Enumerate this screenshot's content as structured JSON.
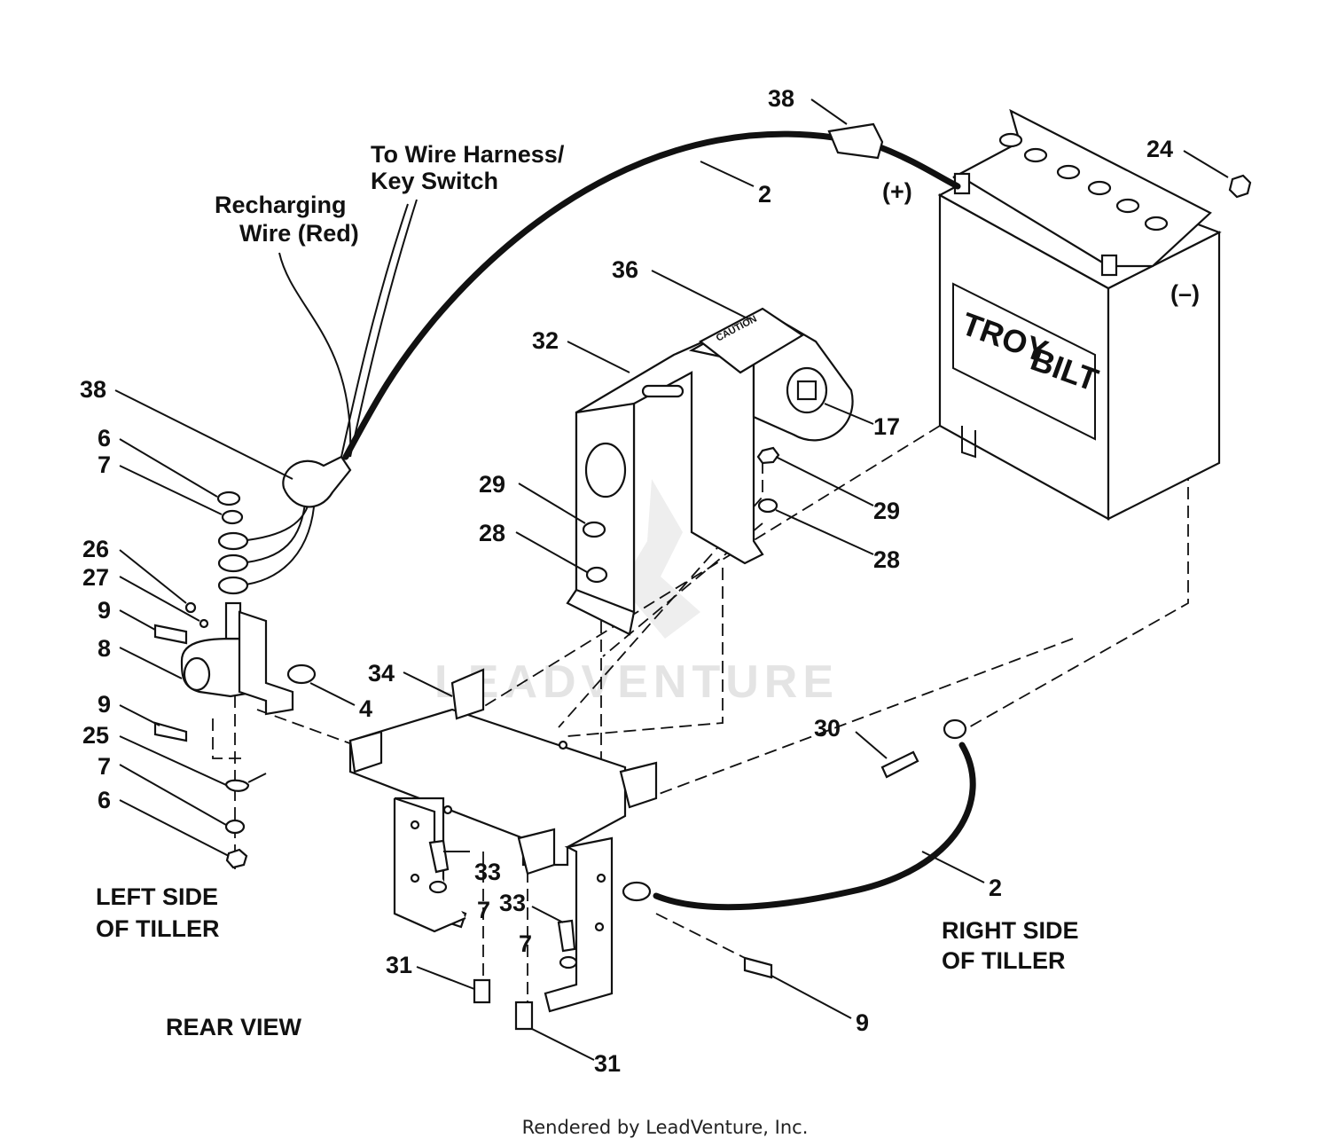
{
  "callouts": {
    "c38_top": "38",
    "c2_top": "2",
    "c24": "24",
    "c36": "36",
    "c32": "32",
    "c17": "17",
    "c38_left": "38",
    "c6_top": "6",
    "c7_top": "7",
    "c29_left": "29",
    "c28_left": "28",
    "c29_right": "29",
    "c28_right": "28",
    "c26": "26",
    "c27": "27",
    "c9_a": "9",
    "c8": "8",
    "c34": "34",
    "c4": "4",
    "c9_b": "9",
    "c25": "25",
    "c7_bottom": "7",
    "c6_bottom": "6",
    "c30": "30",
    "c33_a": "33",
    "c33_b": "33",
    "c7_mid": "7",
    "c7_low": "7",
    "c2_bottom": "2",
    "c31_a": "31",
    "c31_b": "31",
    "c9_c": "9"
  },
  "labels": {
    "wire_harness_1": "To Wire Harness/",
    "wire_harness_2": "Key Switch",
    "recharging_1": "Recharging",
    "recharging_2": "Wire (Red)",
    "plus": "(+)",
    "minus": "(–)",
    "left_side_1": "LEFT SIDE",
    "left_side_2": "OF TILLER",
    "right_side_1": "RIGHT SIDE",
    "right_side_2": "OF TILLER",
    "rear_view": "REAR  VIEW"
  },
  "battery_logo": {
    "brand_left": "TROY",
    "brand_right": "BILT"
  },
  "caution_decal": "CAUTION",
  "watermark": "LEADVENTURE",
  "footer": "Rendered by LeadVenture, Inc."
}
